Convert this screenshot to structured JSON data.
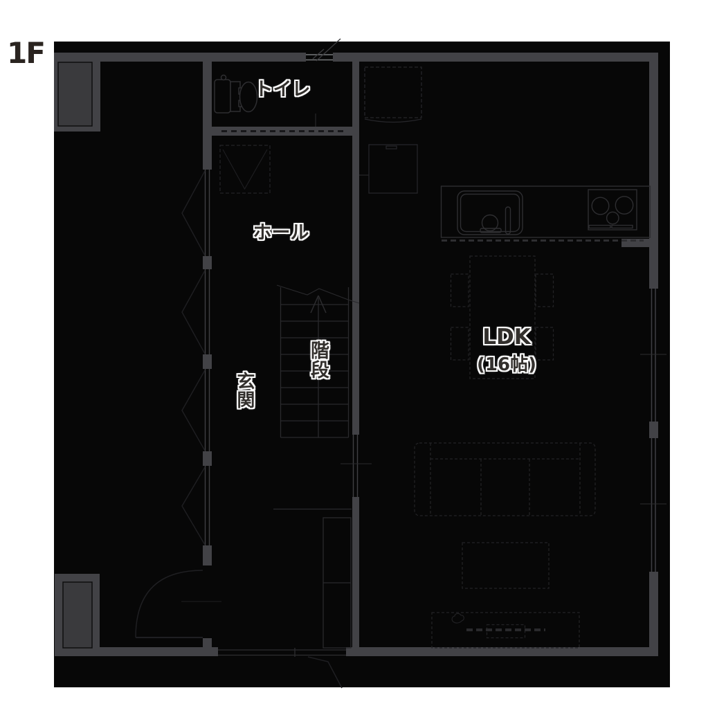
{
  "title": {
    "floor": "1F"
  },
  "plan": {
    "rooms": {
      "toilet": {
        "label": "トイレ"
      },
      "hall": {
        "label": "ホール"
      },
      "stairs": {
        "label": "階段"
      },
      "entrance": {
        "label": "玄関"
      },
      "ldk": {
        "label": "LDK",
        "size": "(16帖)"
      }
    },
    "colors": {
      "page_background": "#ffffff",
      "plan_fill": "#070707",
      "wall": "#424246",
      "window_line": "#3f3f43",
      "fixture_line": "#2e2e31",
      "furniture_dash": "#232326",
      "label_fill": "#33302d",
      "label_halo": "#ffffff",
      "floor_label": "#2a2420"
    }
  }
}
